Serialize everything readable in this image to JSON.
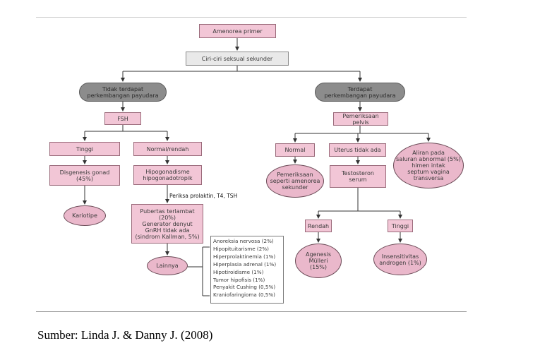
{
  "nodes": {
    "amenorea_primer": "Amenorea primer",
    "ciri_ciri": "Ciri-ciri seksual sekunder",
    "tidak_terdapat": "Tidak terdapat\nperkembangan payudara",
    "terdapat": "Terdapat\nperkembangan payudara",
    "fsh": "FSH",
    "pemeriksaan_pelvis": "Pemeriksaan pelvis",
    "tinggi_left": "Tinggi",
    "normal_rendah": "Normal/rendah",
    "normal_right": "Normal",
    "uterus_tidak_ada": "Uterus tidak ada",
    "aliran_pada": "Aliran pada\nsaluran abnormal (5%)\nhimen intak\nseptum vagina\ntransversa",
    "disgenesis": "Disgenesis gonad\n(45%)",
    "hipogonadisme": "Hipogonadisme\nhipogonadotropik",
    "pemeriksaan_seperti": "Pemeriksaan\nseperti amenorea\nsekunder",
    "testosteron": "Testosteron\nserum",
    "periksa": "Periksa prolaktin, T4, TSH",
    "kariotipe": "Kariotipe",
    "pubertas": "Pubertas terlambat\n(20%)\nGenerator denyut\nGnRH tidak ada\n(sindrom Kallman, 5%)",
    "rendah": "Rendah",
    "tinggi_right": "Tinggi",
    "lainnya": "Lainnya",
    "agenesis": "Agenesis\nMülleri\n(15%)",
    "insensitivitas": "Insensitivitas\nandrogen (1%)"
  },
  "lainnya_list": [
    "Anoreksia nervosa (2%)",
    "Hipopituitarisme (2%)",
    "Hiperprolaktinemia (1%)",
    "Hiperplasia adrenal (1%)",
    "Hipotiroidisme (1%)",
    "Tumor hipofisis (1%)",
    "Penyakit Cushing (0,5%)",
    "Kraniofaringioma (0,5%)"
  ],
  "caption": "Sumber: Linda J. & Danny J. (2008)"
}
